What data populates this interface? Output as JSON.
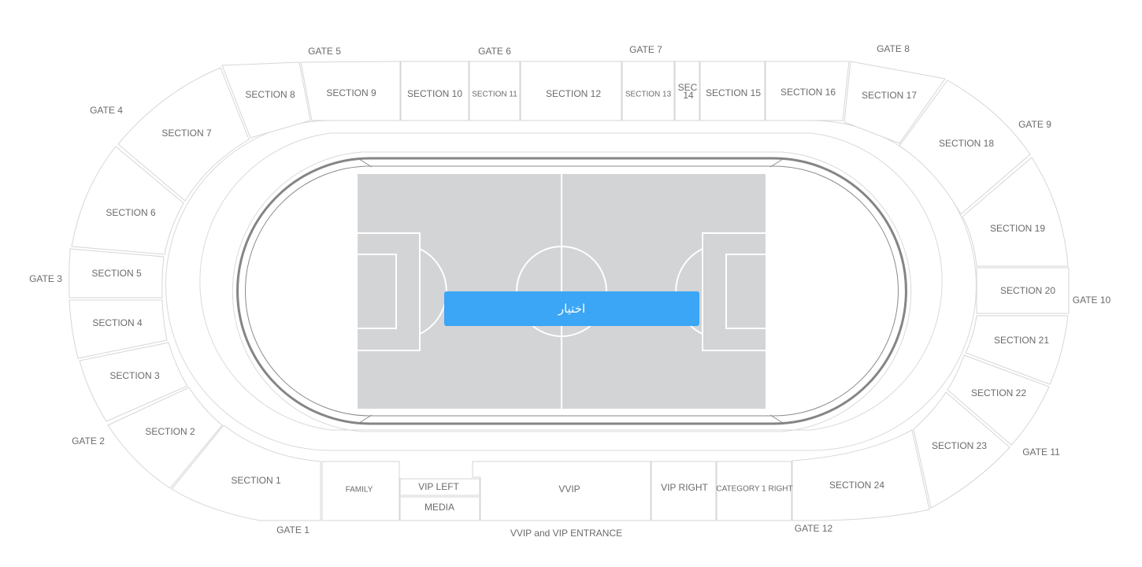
{
  "select_button_label": "اختيار",
  "entrance_label": "VVIP and VIP ENTRANCE",
  "colors": {
    "pitch": "#d3d4d6",
    "button": "#3aa6f5",
    "section_border": "#d6d6d6",
    "track": "#858585",
    "label_text": "#6b6b6b"
  },
  "gates": [
    "GATE 1",
    "GATE 2",
    "GATE 3",
    "GATE 4",
    "GATE 5",
    "GATE 6",
    "GATE 7",
    "GATE 8",
    "GATE 9",
    "GATE 10",
    "GATE 11",
    "GATE 12"
  ],
  "sections": {
    "s1": "SECTION 1",
    "s2": "SECTION 2",
    "s3": "SECTION 3",
    "s4": "SECTION 4",
    "s5": "SECTION 5",
    "s6": "SECTION 6",
    "s7": "SECTION 7",
    "s8": "SECTION 8",
    "s9": "SECTION 9",
    "s10": "SECTION 10",
    "s11": "SECTION 11",
    "s12": "SECTION 12",
    "s13": "SECTION 13",
    "s14_line1": "SEC",
    "s14_line2": "14",
    "s15": "SECTION 15",
    "s16": "SECTION 16",
    "s17": "SECTION 17",
    "s18": "SECTION 18",
    "s19": "SECTION 19",
    "s20": "SECTION 20",
    "s21": "SECTION 21",
    "s22": "SECTION 22",
    "s23": "SECTION 23",
    "s24": "SECTION 24",
    "family": "FAMILY",
    "vip_left": "VIP LEFT",
    "media": "MEDIA",
    "vvip": "VVIP",
    "vip_right": "VIP RIGHT",
    "category1_right": "CATEGORY 1 RIGHT"
  }
}
